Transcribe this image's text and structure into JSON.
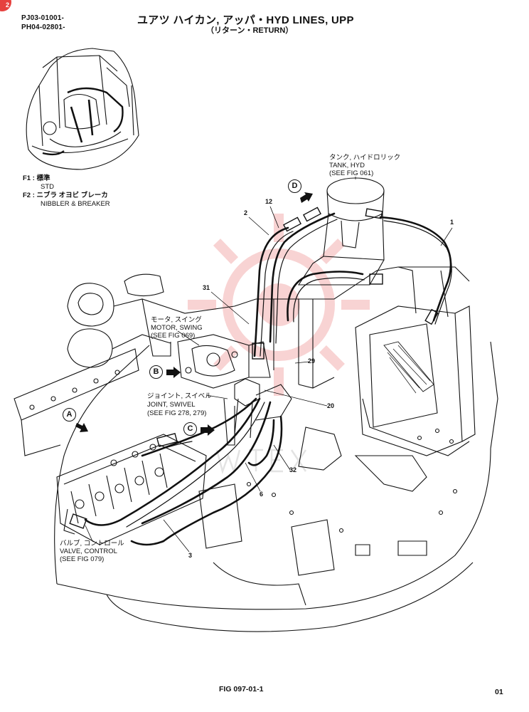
{
  "corner_badge": "2",
  "header": {
    "serial_1": "PJ03-01001-",
    "serial_2": "PH04-02801-",
    "title": "ユアツ ハイカン, アッパ・HYD LINES, UPP",
    "subtitle": "（リターン・RETURN）"
  },
  "legend": {
    "f1_key": "F1 :",
    "f1_jp": "標準",
    "f1_en": "STD",
    "f2_key": "F2 :",
    "f2_jp": "ニブラ オヨビ ブレーカ",
    "f2_en": "NIBBLER & BREAKER"
  },
  "callouts": {
    "tank_jp": "タンク, ハイドロリック",
    "tank_en": "TANK, HYD",
    "tank_ref": "(SEE FIG 061)",
    "motor_jp": "モータ, スイング",
    "motor_en": "MOTOR, SWING",
    "motor_ref": "(SEE FIG 069)",
    "joint_jp": "ジョイント, スイベル",
    "joint_en": "JOINT, SWIVEL",
    "joint_ref": "(SEE FIG 278, 279)",
    "valve_jp": "バルブ, コントロール",
    "valve_en": "VALVE, CONTROL",
    "valve_ref": "(SEE FIG 079)"
  },
  "view_markers": [
    "A",
    "B",
    "C",
    "D"
  ],
  "part_numbers": {
    "p1": "1",
    "p2": "2",
    "p3": "3",
    "p6": "6",
    "p12": "12",
    "p20": "20",
    "p29": "29",
    "p31": "31",
    "p32": "32"
  },
  "footer": {
    "fig_number": "FIG 097-01-1",
    "page_number": "01"
  },
  "colors": {
    "line": "#111111",
    "watermark": "#f2a0a0",
    "badge": "#e6413e"
  }
}
